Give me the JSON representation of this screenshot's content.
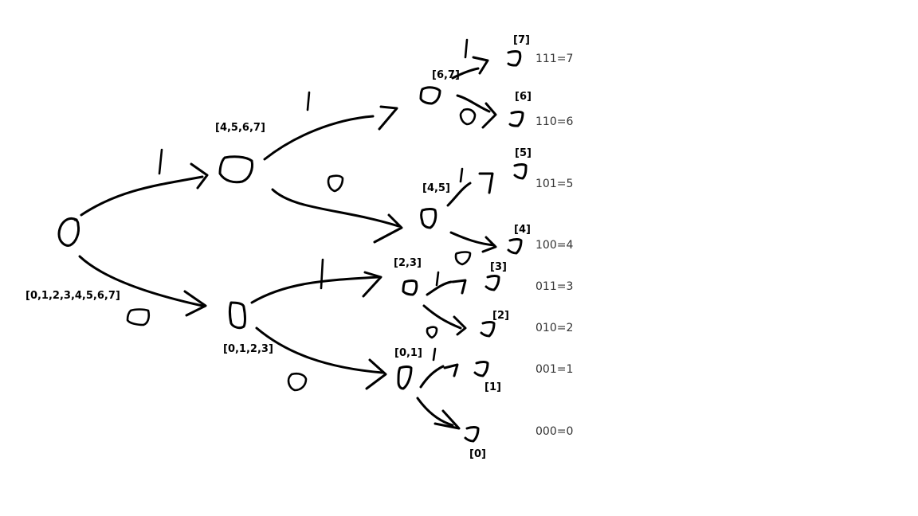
{
  "diagram": {
    "root_label": "[0,1,2,3,4,5,6,7]",
    "level1": {
      "upper_label": "[4,5,6,7]",
      "lower_label": "[0,1,2,3]"
    },
    "level2": {
      "labels": [
        "[6,7]",
        "[4,5]",
        "[2,3]",
        "[0,1]"
      ]
    },
    "leaves": {
      "labels": [
        "[7]",
        "[6]",
        "[5]",
        "[4]",
        "[3]",
        "[2]",
        "[1]",
        "[0]"
      ]
    },
    "results": [
      "111=7",
      "110=6",
      "101=5",
      "100=4",
      "011=3",
      "010=2",
      "001=1",
      "000=0"
    ]
  }
}
